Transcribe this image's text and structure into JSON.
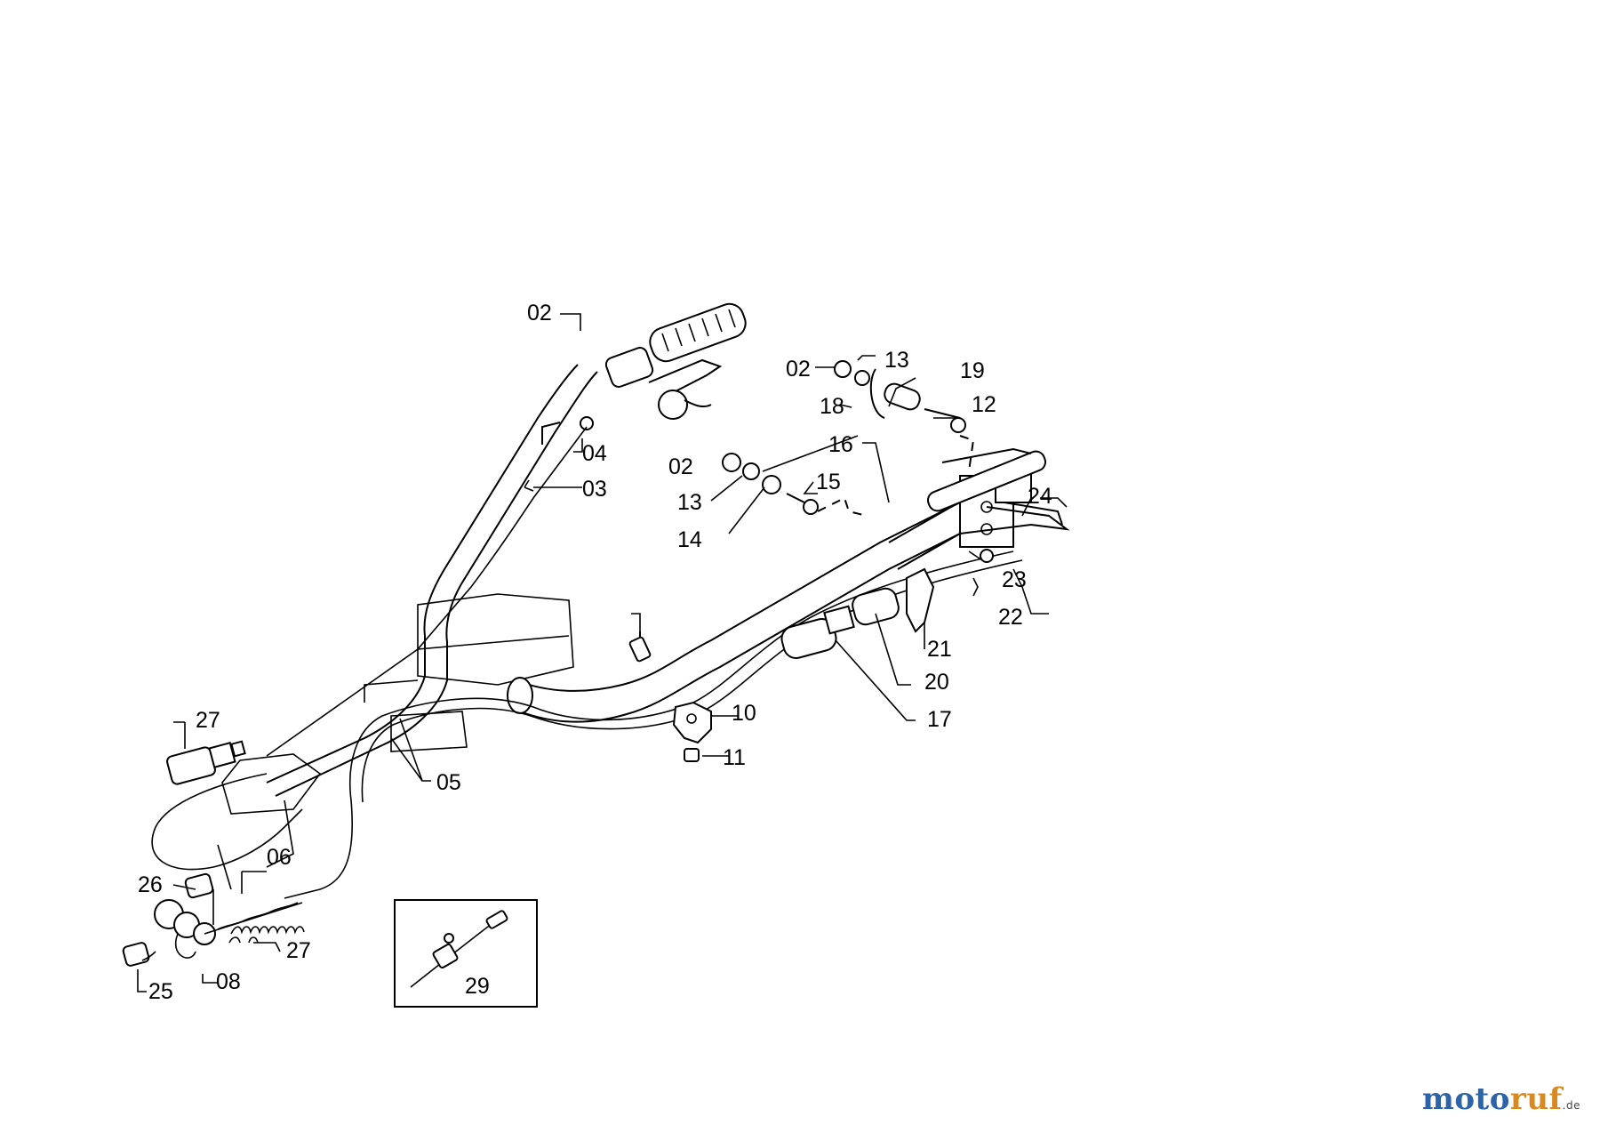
{
  "diagram": {
    "part_labels": {
      "p02a": "02",
      "p02b": "02",
      "p02c": "02",
      "p03": "03",
      "p04": "04",
      "p05": "05",
      "p06": "06",
      "p08": "08",
      "p10": "10",
      "p11": "11",
      "p12": "12",
      "p13a": "13",
      "p13b": "13",
      "p14": "14",
      "p15": "15",
      "p16": "16",
      "p17": "17",
      "p18": "18",
      "p19": "19",
      "p20": "20",
      "p21": "21",
      "p22": "22",
      "p23": "23",
      "p24": "24",
      "p25": "25",
      "p26": "26",
      "p27a": "27",
      "p27b": "27",
      "p29": "29"
    }
  },
  "watermark": {
    "brand": {
      "moto": "moto",
      "ruf": "ruf",
      "tld": ".de"
    },
    "colors": {
      "moto": "#2d63a8",
      "ruf": "#d98a1e"
    }
  }
}
